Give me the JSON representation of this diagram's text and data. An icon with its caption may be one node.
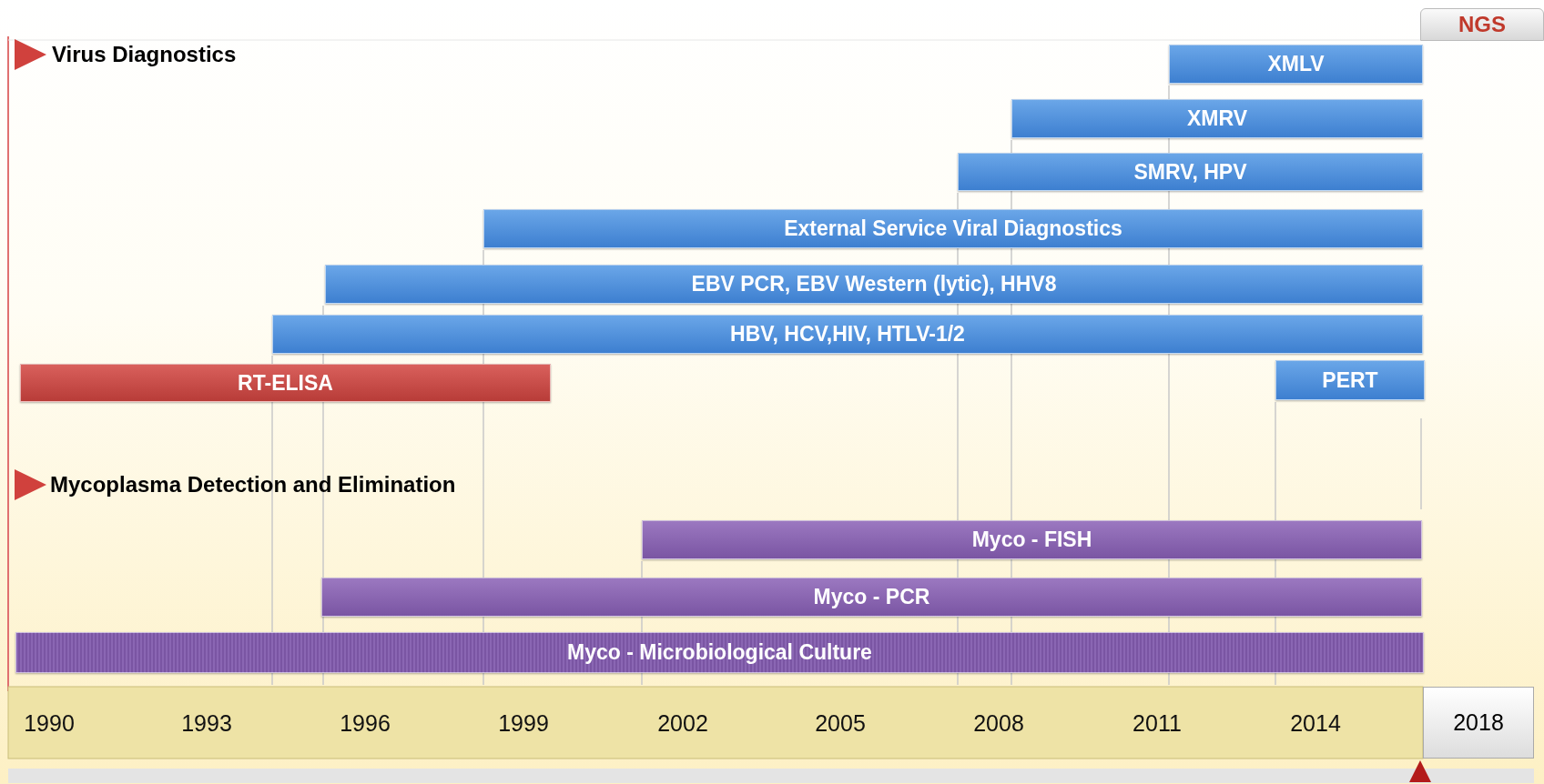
{
  "diagram": {
    "nodes": [
      {
        "text": [
          "NGS"
        ]
      },
      {
        "text": [
          "XMLV"
        ]
      },
      {
        "text": [
          "XMRV"
        ]
      },
      {
        "text": [
          "SMRV, HPV"
        ]
      },
      {
        "text": [
          "External Service Viral Diagnostics"
        ]
      },
      {
        "text": [
          "EBV PCR, EBV Western (lytic), HHV8"
        ]
      },
      {
        "text": [
          "HBV, HCV,HIV, HTLV-1/2"
        ]
      },
      {
        "text": [
          "RT-ELISA"
        ]
      },
      {
        "text": [
          "PERT"
        ]
      },
      {
        "text": [
          "Myco - FISH"
        ]
      },
      {
        "text": [
          "Myco - PCR"
        ]
      },
      {
        "text": [
          "Myco -  Microbiological Culture"
        ]
      },
      {
        "text": [
          "2018"
        ]
      }
    ],
    "labels": [
      "Virus Diagnostics",
      "Mycoplasma Detection and Elimination",
      "1990",
      "1993",
      "1996",
      "1999",
      "2002",
      "2005",
      "2008",
      "2011",
      "2014"
    ]
  }
}
